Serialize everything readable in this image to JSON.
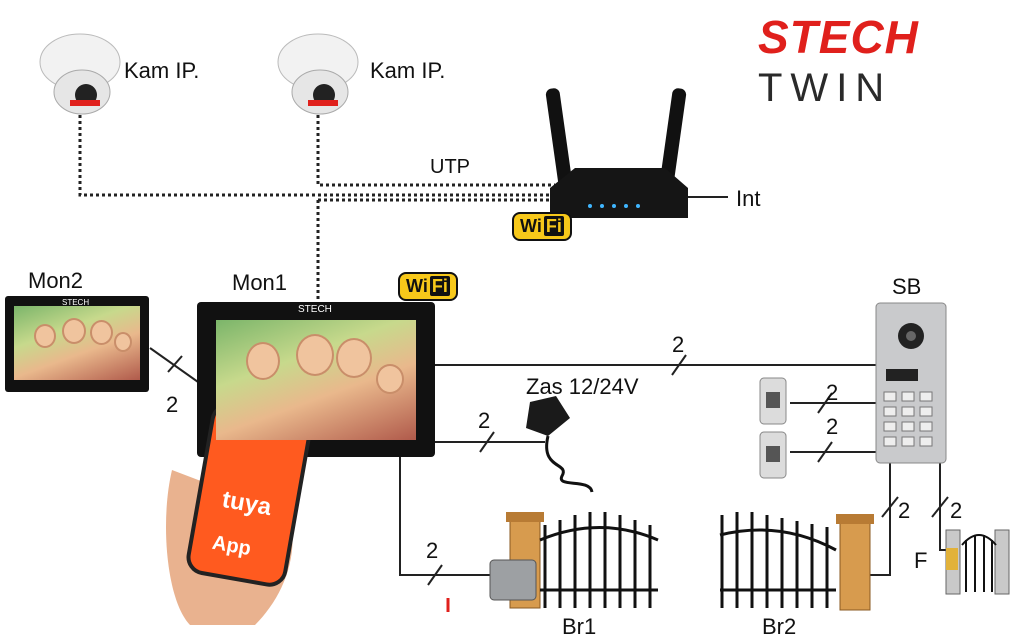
{
  "brand": {
    "name": "STECH",
    "product": "TWIN"
  },
  "labels": {
    "cam1": "Kam IP.",
    "cam2": "Kam IP.",
    "utp": "UTP",
    "internet": "Int",
    "mon2": "Mon2",
    "mon1": "Mon1",
    "doorstation": "SB",
    "power_supply": "Zas 12/24V",
    "gate1": "Br1",
    "gate2": "Br2",
    "lock": "F"
  },
  "wire_counts": {
    "mon1_mon2": "2",
    "mon1_sb": "2",
    "mon1_psu": "2",
    "mon1_gate1": "2",
    "reader1_sb": "2",
    "reader2_sb": "2",
    "sb_gate2": "2",
    "sb_lock": "2"
  },
  "badges": {
    "wifi_text": "Wi",
    "wifi_fi": "Fi"
  },
  "phone": {
    "app_brand": "tuya",
    "app_label": "App"
  },
  "screen_brand": "STECH",
  "colors": {
    "brand_red": "#e0201c",
    "wifi_yellow": "#f7c81a",
    "phone_orange": "#ff5a1f"
  }
}
